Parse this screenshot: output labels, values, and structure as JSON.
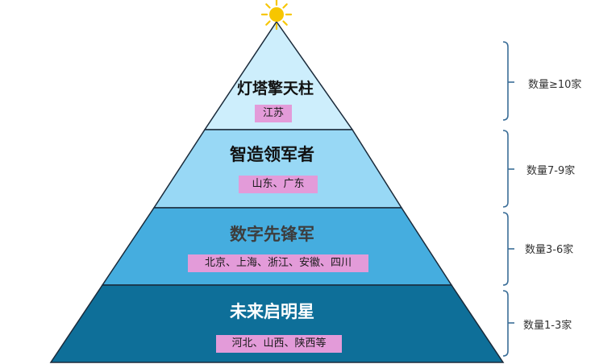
{
  "tiers": [
    {
      "title": "灯塔擎天柱",
      "provinces": "江苏",
      "count": "数量≥10家",
      "fill": "#cdeefc",
      "title_color": "#111111"
    },
    {
      "title": "智造领军者",
      "provinces": "山东、广东",
      "count": "数量7-9家",
      "fill": "#98d8f5",
      "title_color": "#111111"
    },
    {
      "title": "数字先锋军",
      "provinces": "北京、上海、浙江、安徽、四川",
      "count": "数量3-6家",
      "fill": "#45addf",
      "title_color": "#3d3d3d"
    },
    {
      "title": "未来启明星",
      "provinces": "河北、山西、陕西等",
      "count": "数量1-3家",
      "fill": "#0e6f99",
      "title_color": "#ffffff"
    }
  ],
  "colors": {
    "outline": "#1a2a3a",
    "bracket": "#3b6e98",
    "sun": "#f7c600",
    "tag_bg": "#e39bd9"
  },
  "icons": {
    "apex": "sun-icon"
  }
}
